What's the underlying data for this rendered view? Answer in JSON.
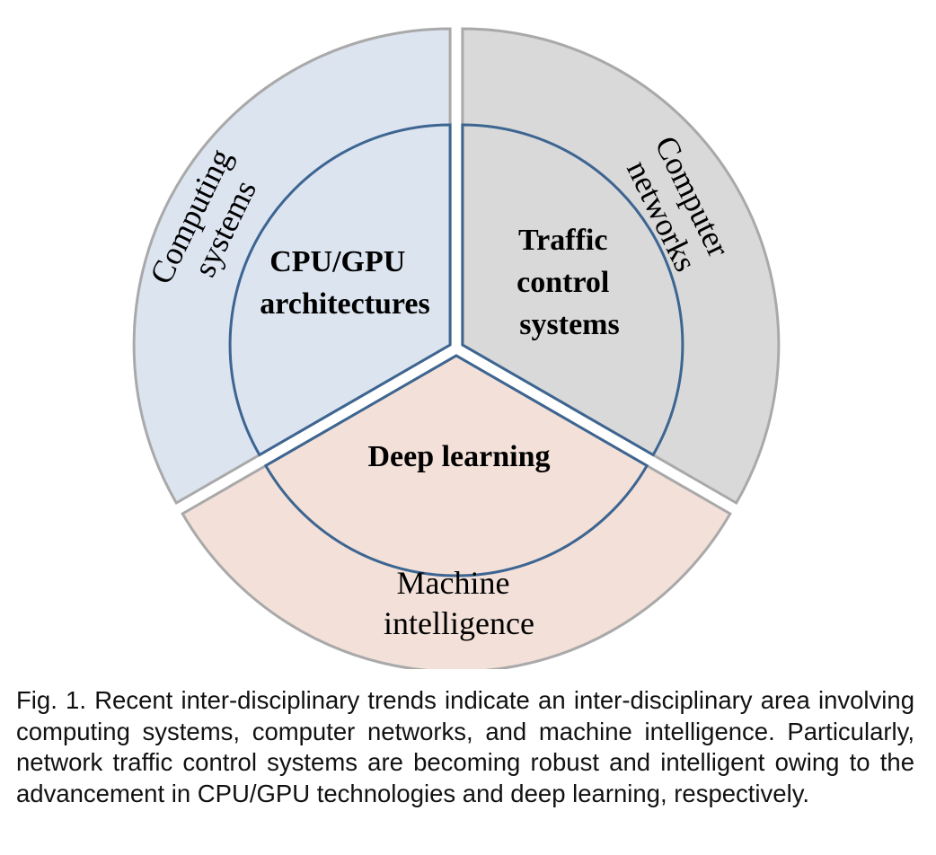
{
  "diagram": {
    "outer_segments": [
      {
        "id": "computing",
        "label_lines": [
          "Computing",
          "systems"
        ],
        "fill": "#dce4f0"
      },
      {
        "id": "networks",
        "label_lines": [
          "Computer",
          "networks"
        ],
        "fill": "#d9d9d9"
      },
      {
        "id": "machine",
        "label_lines": [
          "Machine",
          "intelligence"
        ],
        "fill": "#f3e1d9"
      }
    ],
    "inner_segments": [
      {
        "id": "cpu",
        "label_lines": [
          "CPU/GPU",
          "architectures"
        ]
      },
      {
        "id": "traffic",
        "label_lines": [
          "Traffic",
          "control",
          "systems"
        ]
      },
      {
        "id": "deep",
        "label_lines": [
          "Deep learning"
        ]
      }
    ],
    "colors": {
      "outer_stroke": "#a9a9a9",
      "inner_stroke": "#3d6591"
    }
  },
  "caption": "Fig. 1. Recent inter-disciplinary trends indicate an inter-disciplinary area involving computing systems, computer networks, and machine intelligence. Particularly, network traffic control systems are becoming robust and intelligent owing to the advancement in CPU/GPU technologies and deep learning, respectively."
}
